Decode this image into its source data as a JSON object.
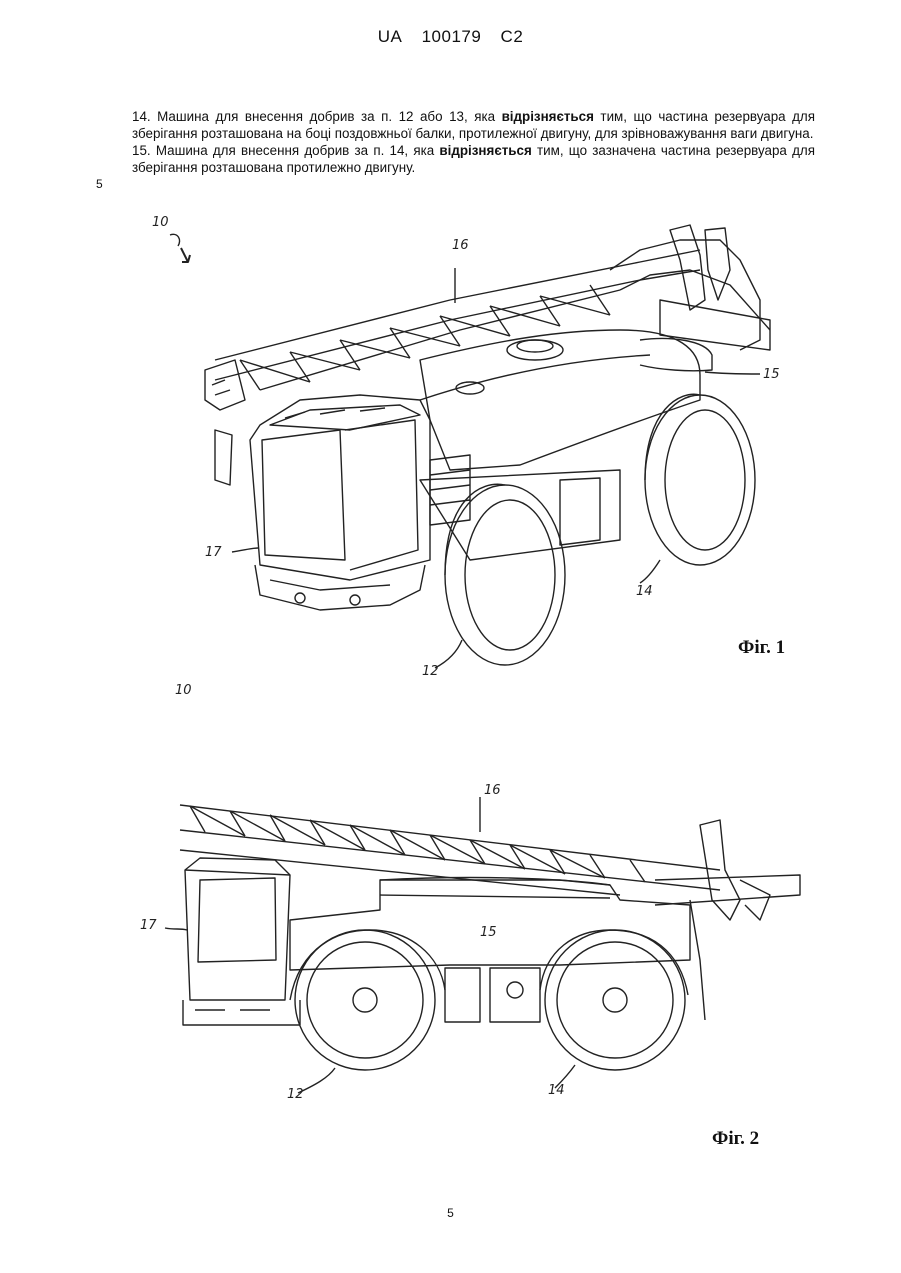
{
  "header": {
    "country": "UA",
    "number": "100179",
    "kind": "C2"
  },
  "claims": [
    {
      "before": "14. Машина для внесення добрив за п. 12 або 13, яка ",
      "bold": "відрізняється",
      "after": " тим, що частина резервуара для зберігання розташована на боці поздовжньої балки, протилежної двигуну, для зрівноважування ваги двигуна."
    },
    {
      "before": "15. Машина для внесення добрив за п. 14, яка ",
      "bold": "відрізняється",
      "after": " тим, що зазначена частина резервуара для зберігання розташована протилежно двигуну."
    }
  ],
  "line_number": "5",
  "figure1": {
    "label": "Фіг. 1",
    "refs": {
      "machine": "10",
      "boom": "16",
      "tank": "15",
      "cab": "17",
      "front_wheel": "12",
      "rear_wheel": "14"
    }
  },
  "figure2": {
    "label": "Фіг. 2",
    "refs": {
      "machine": "10",
      "boom": "16",
      "tank": "15",
      "cab": "17",
      "front_wheel": "12",
      "rear_wheel": "14"
    }
  },
  "page_number": "5"
}
